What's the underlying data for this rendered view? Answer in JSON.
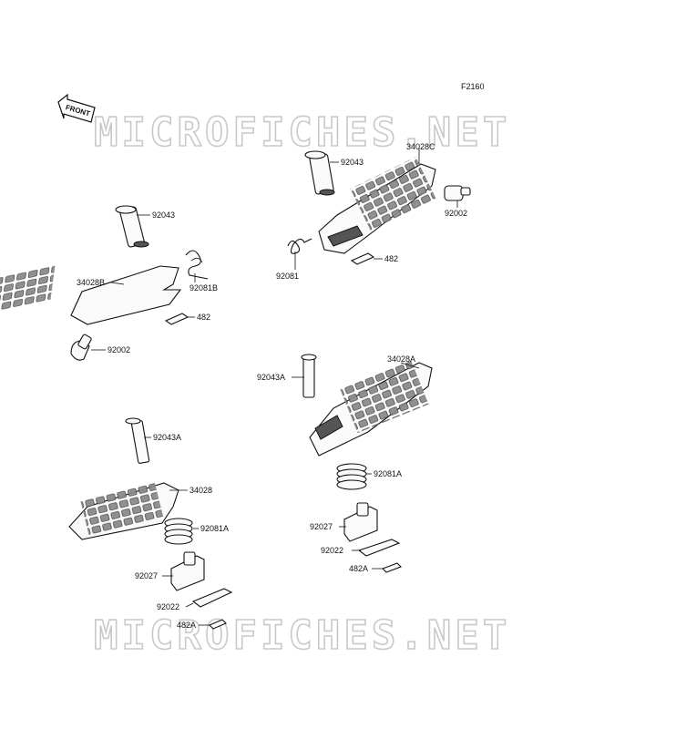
{
  "figure_code": "F2160",
  "front_marker": "FRONT",
  "watermark": "MICROFICHES.NET",
  "parts": {
    "p92043_a": "92043",
    "p92081b": "92081B",
    "p34028b": "34028B",
    "p482_a": "482",
    "p92002_a": "92002",
    "p92043_b": "92043",
    "p34028c": "34028C",
    "p92002_b": "92002",
    "p92081": "92081",
    "p482_b": "482",
    "p92043a_a": "92043A",
    "p34028a": "34028A",
    "p92081a_a": "92081A",
    "p92027_a": "92027",
    "p92022_a": "92022",
    "p482a_a": "482A",
    "p92043a_b": "92043A",
    "p34028": "34028",
    "p92081a_b": "92081A",
    "p92027_b": "92027",
    "p92022_b": "92022",
    "p482a_b": "482A"
  }
}
